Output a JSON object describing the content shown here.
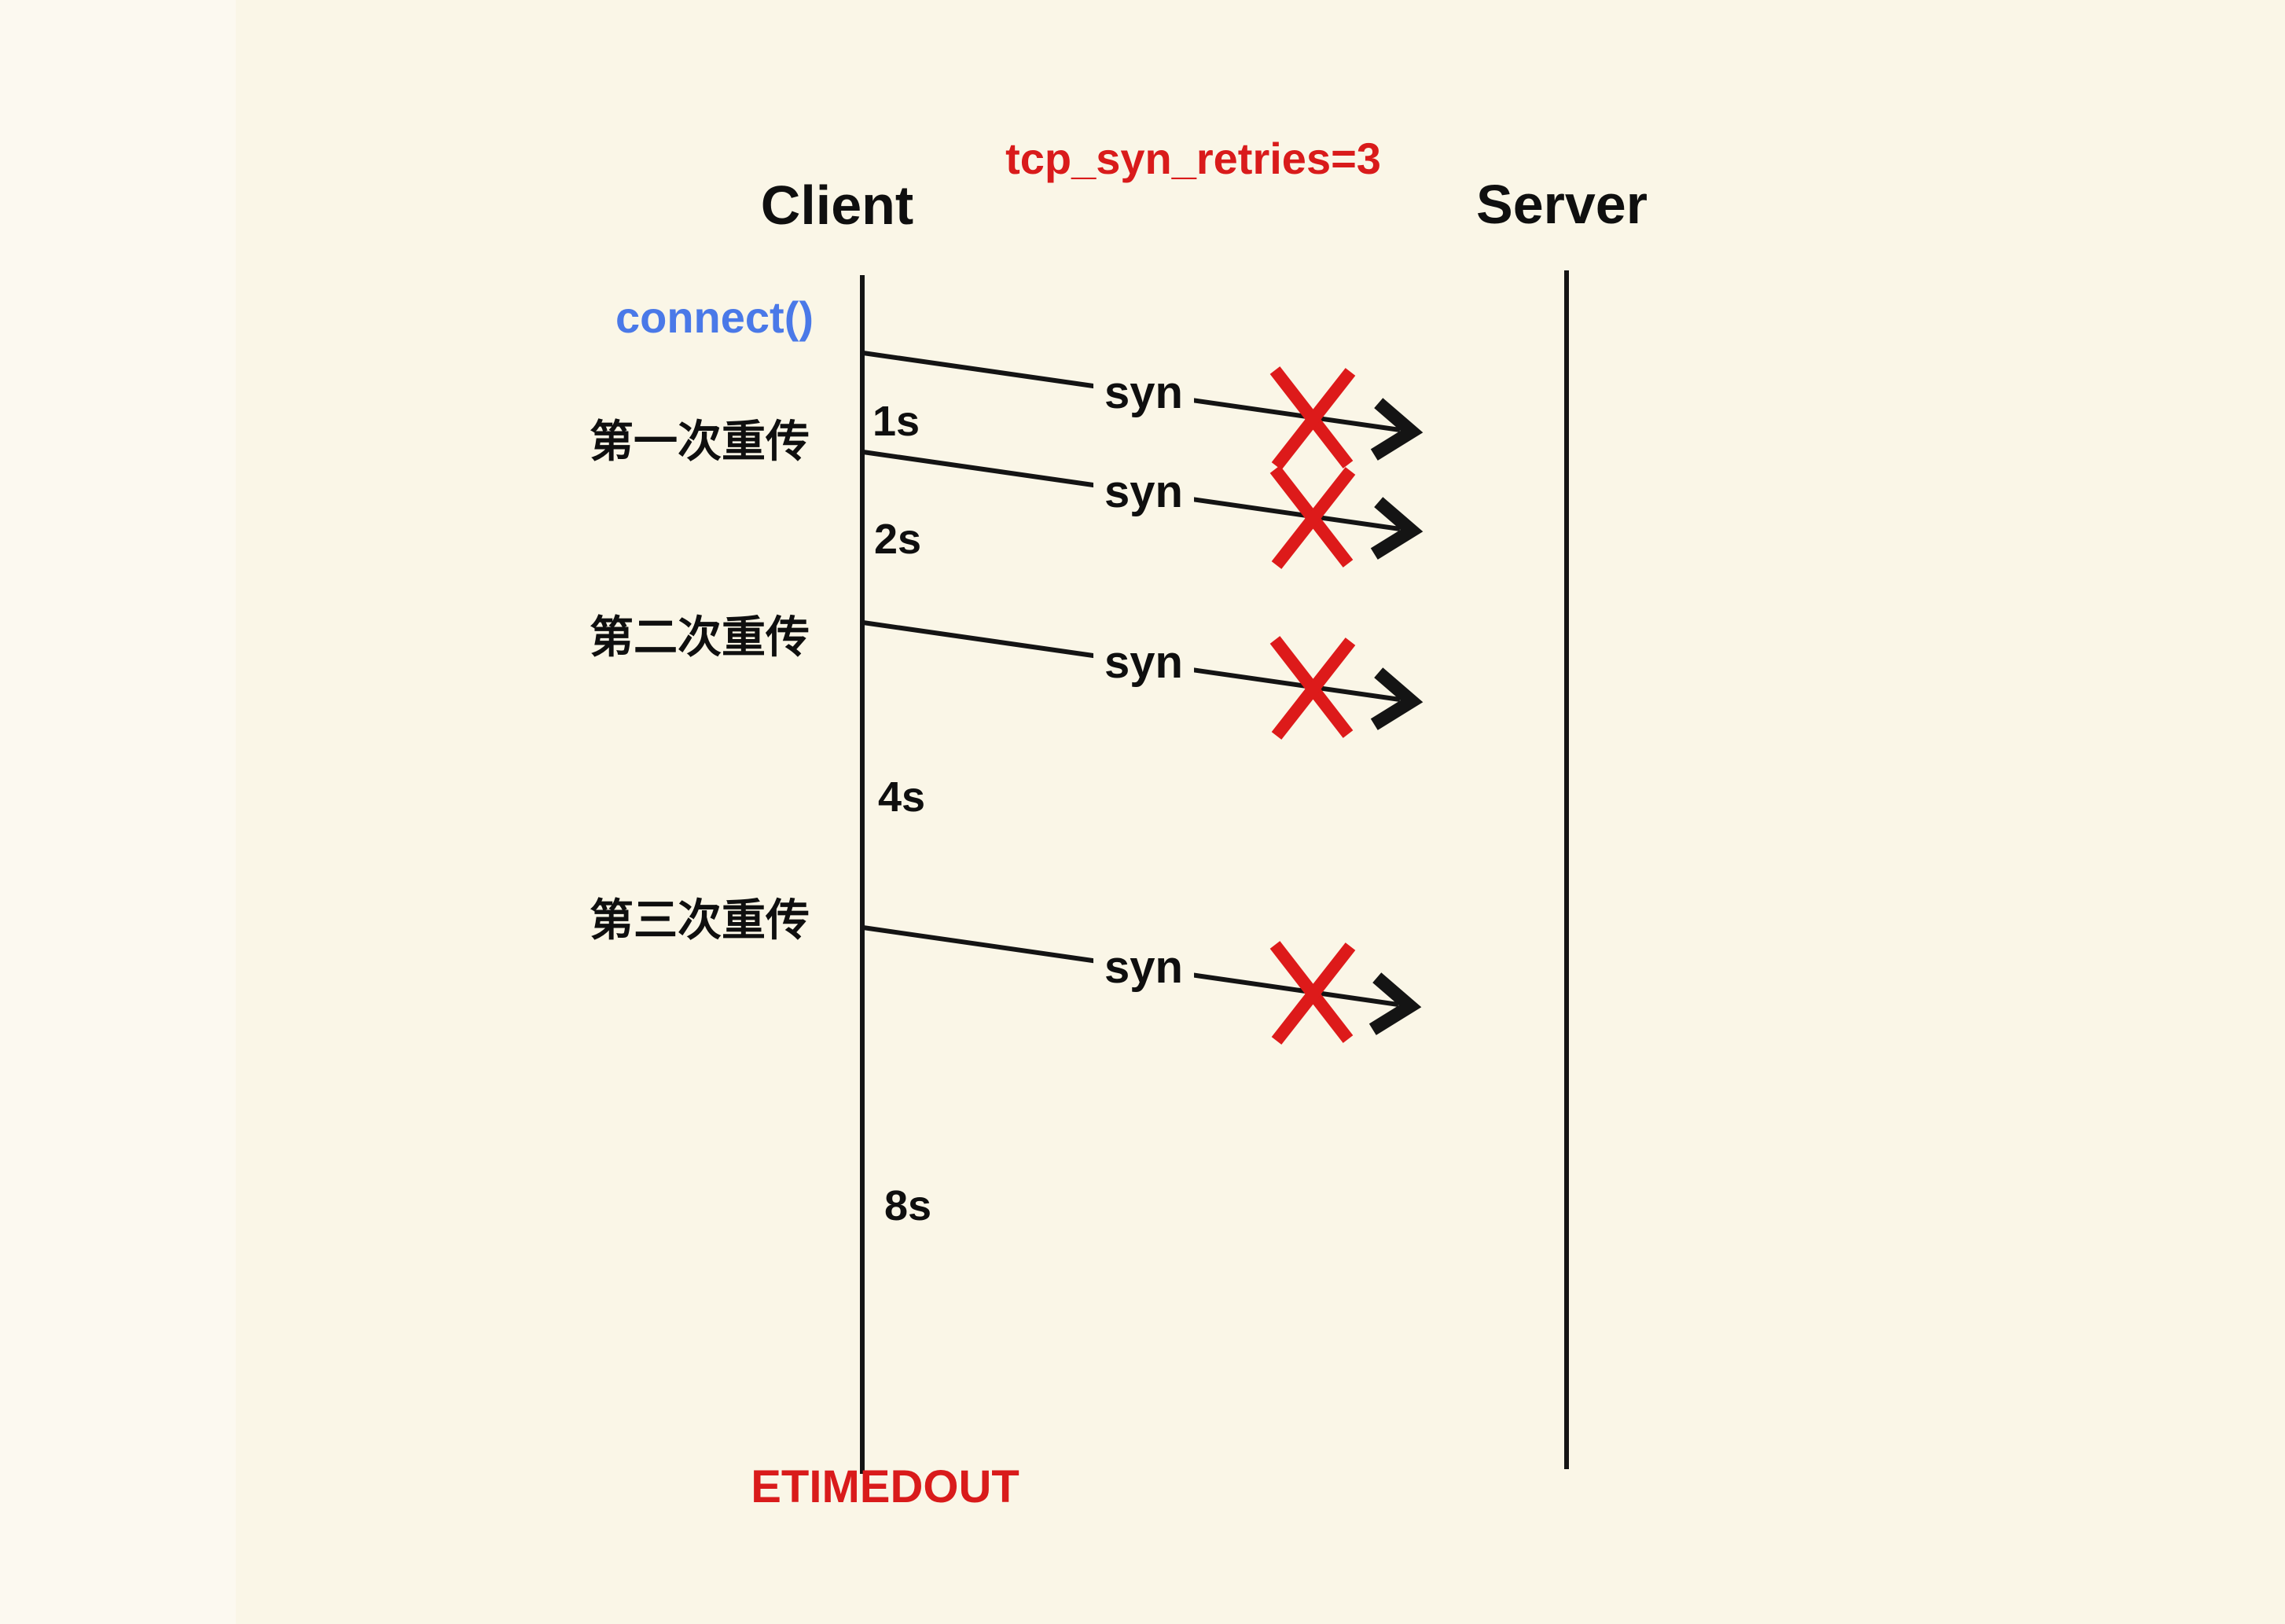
{
  "diagram": {
    "title": "tcp_syn_retries=3",
    "background_color": "#faf6e7",
    "title_color": "#d91b1b",
    "connect_color": "#4a79e8",
    "failure_x_color": "#dd1a1a",
    "line_color": "#141414"
  },
  "actors": [
    {
      "label": "Client"
    },
    {
      "label": "Server"
    }
  ],
  "connect_label": "connect()",
  "timeout_label": "ETIMEDOUT",
  "messages": [
    {
      "label": "syn"
    },
    {
      "label": "syn"
    },
    {
      "label": "syn"
    },
    {
      "label": "syn"
    }
  ],
  "retry_labels": [
    {
      "label": "第一次重传"
    },
    {
      "label": "第二次重传"
    },
    {
      "label": "第三次重传"
    }
  ],
  "interval_labels": [
    {
      "label": "1s"
    },
    {
      "label": "2s"
    },
    {
      "label": "4s"
    },
    {
      "label": "8s"
    }
  ]
}
